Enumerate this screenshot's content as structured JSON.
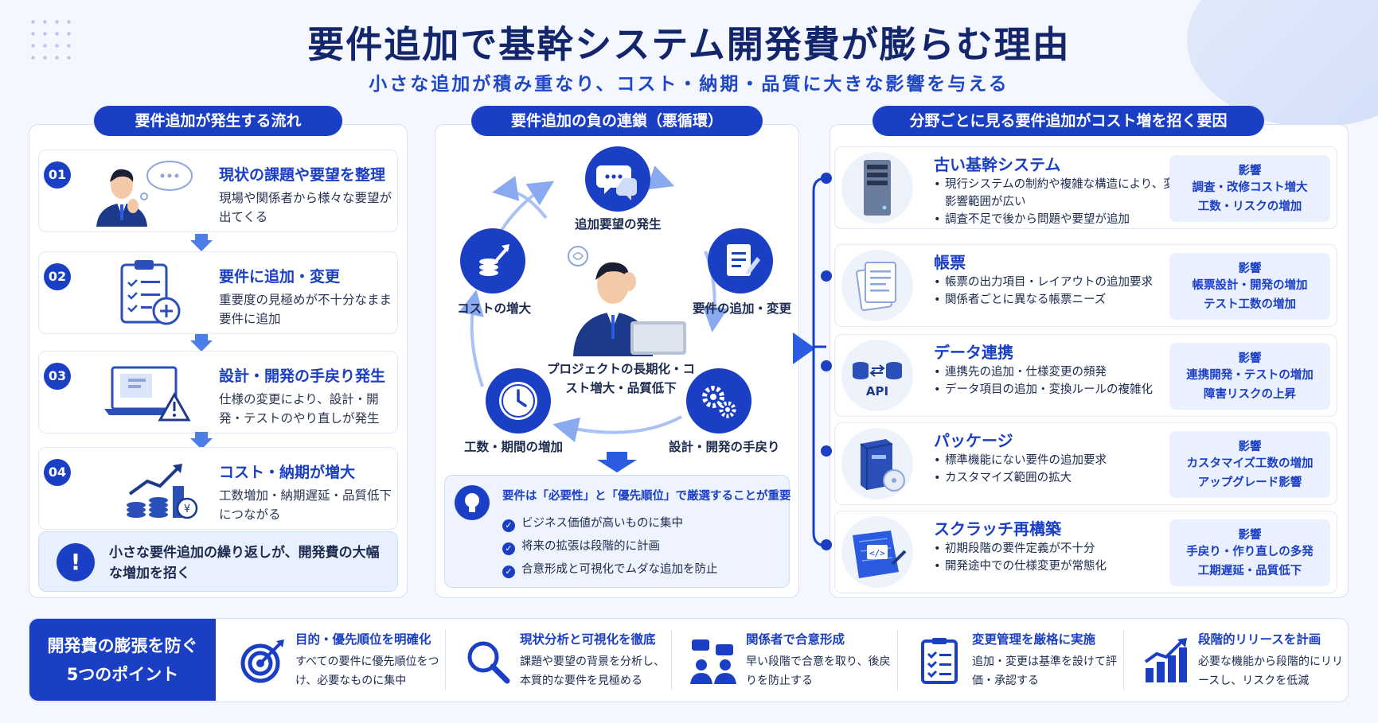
{
  "header": {
    "title": "要件追加で基幹システム開発費が膨らむ理由",
    "subtitle": "小さな追加が積み重なり、コスト・納期・品質に大きな影響を与える"
  },
  "left": {
    "heading": "要件追加が発生する流れ",
    "steps": [
      {
        "num": "01",
        "title": "現状の課題や要望を整理",
        "desc": "現場や関係者から様々な要望が出てくる"
      },
      {
        "num": "02",
        "title": "要件に追加・変更",
        "desc": "重要度の見極めが不十分なまま要件に追加"
      },
      {
        "num": "03",
        "title": "設計・開発の手戻り発生",
        "desc": "仕様の変更により、設計・開発・テストのやり直しが発生"
      },
      {
        "num": "04",
        "title": "コスト・納期が増大",
        "desc": "工数増加・納期遅延・品質低下につながる"
      }
    ],
    "note_mark": "!",
    "note": "小さな要件追加の繰り返しが、開発費の大幅な増加を招く"
  },
  "middle": {
    "heading": "要件追加の負の連鎖（悪循環）",
    "cycle": {
      "top": "追加要望の発生",
      "right": "要件の追加・変更",
      "bottom_right": "設計・開発の手戻り",
      "bottom_left": "工数・期間の増加",
      "left": "コストの増大",
      "center": "プロジェクトの長期化・コスト増大・品質低下"
    },
    "tip_head": "要件は「必要性」と「優先順位」で厳選することが重要",
    "tips": [
      "ビジネス価値が高いものに集中",
      "将来の拡張は段階的に計画",
      "合意形成と可視化でムダな追加を防止"
    ]
  },
  "right": {
    "heading": "分野ごとに見る要件追加がコスト増を招く要因",
    "impact_label": "影響",
    "api_label": "API",
    "rows": [
      {
        "title": "古い基幹システム",
        "bullets": [
          "現行システムの制約や複雑な構造により、変更の影響範囲が広い",
          "調査不足で後から問題や要望が追加"
        ],
        "impact": [
          "調査・改修コスト増大",
          "工数・リスクの増加"
        ]
      },
      {
        "title": "帳票",
        "bullets": [
          "帳票の出力項目・レイアウトの追加要求",
          "関係者ごとに異なる帳票ニーズ"
        ],
        "impact": [
          "帳票設計・開発の増加",
          "テスト工数の増加"
        ]
      },
      {
        "title": "データ連携",
        "bullets": [
          "連携先の追加・仕様変更の頻発",
          "データ項目の追加・変換ルールの複雑化"
        ],
        "impact": [
          "連携開発・テストの増加",
          "障害リスクの上昇"
        ]
      },
      {
        "title": "パッケージ",
        "bullets": [
          "標準機能にない要件の追加要求",
          "カスタマイズ範囲の拡大"
        ],
        "impact": [
          "カスタマイズ工数の増加",
          "アップグレード影響"
        ]
      },
      {
        "title": "スクラッチ再構築",
        "bullets": [
          "初期段階の要件定義が不十分",
          "開発途中での仕様変更が常態化"
        ],
        "impact": [
          "手戻り・作り直しの多発",
          "工期遅延・品質低下"
        ]
      }
    ]
  },
  "bottom": {
    "label_line1": "開発費の膨張を防ぐ",
    "label_line2": "5つのポイント",
    "points": [
      {
        "title": "目的・優先順位を明確化",
        "desc": "すべての要件に優先順位をつけ、必要なものに集中"
      },
      {
        "title": "現状分析と可視化を徹底",
        "desc": "課題や要望の背景を分析し、本質的な要件を見極める"
      },
      {
        "title": "関係者で合意形成",
        "desc": "早い段階で合意を取り、後戻りを防止する"
      },
      {
        "title": "変更管理を厳格に実施",
        "desc": "追加・変更は基準を設けて評価・承認する"
      },
      {
        "title": "段階的リリースを計画",
        "desc": "必要な機能から段階的にリリースし、リスクを低減"
      }
    ]
  },
  "colors": {
    "primary": "#1a3fc4",
    "navy": "#13266b",
    "light": "#eaf0fd"
  }
}
